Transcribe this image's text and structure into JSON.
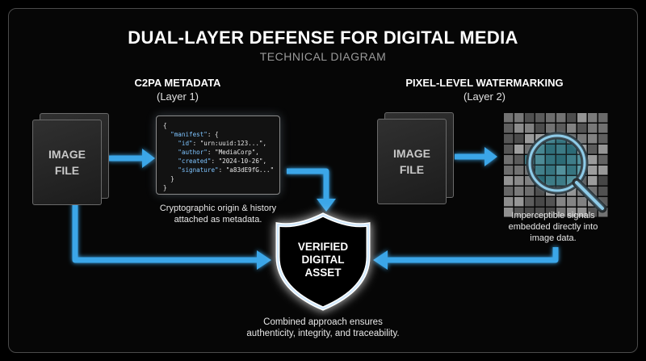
{
  "title": "DUAL-LAYER DEFENSE FOR DIGITAL MEDIA",
  "subtitle": "TECHNICAL DIAGRAM",
  "layer1": {
    "heading": "C2PA METADATA",
    "sub": "(Layer 1)",
    "image_label_1": "IMAGE",
    "image_label_2": "FILE",
    "code": {
      "line1": "{",
      "line2_key": "\"manifest\"",
      "line2_rest": ": {",
      "line3_key": "\"id\"",
      "line3_rest": ": \"urn:uuid:123...\",",
      "line4_key": "\"author\"",
      "line4_rest": ": \"MediaCorp\",",
      "line5_key": "\"created\"",
      "line5_rest": ": \"2024-10-26\",",
      "line6_key": "\"signature\"",
      "line6_rest": ": \"a83dE9fG...\"",
      "line7": "  }",
      "line8": "}"
    },
    "caption_line1": "Cryptographic origin & history",
    "caption_line2": "attached as metadata."
  },
  "layer2": {
    "heading": "PIXEL-LEVEL WATERMARKING",
    "sub": "(Layer 2)",
    "image_label_1": "IMAGE",
    "image_label_2": "FILE",
    "caption_line1": "Imperceptible signals",
    "caption_line2": "embedded directly into",
    "caption_line3": "image data."
  },
  "center": {
    "shield_line1": "VERIFIED",
    "shield_line2": "DIGITAL",
    "shield_line3": "ASSET",
    "caption_line1": "Combined approach ensures",
    "caption_line2": "authenticity, integrity, and traceability."
  },
  "icons": {
    "shield": "shield-icon",
    "magnifier": "magnifying-glass-icon",
    "pixel_grid": "pixel-grid-icon"
  },
  "colors": {
    "arrow": "#3aa6e8",
    "arrow_glow": "#1f6fa8",
    "json_key": "#7ec4ff",
    "background": "#000000"
  }
}
